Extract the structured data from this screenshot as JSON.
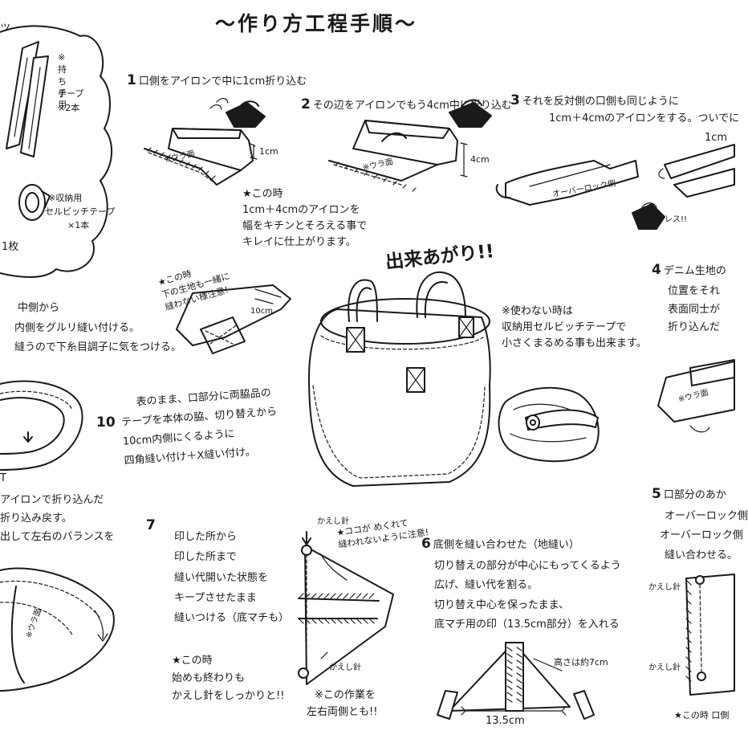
{
  "title": "～作り方工程手順～",
  "parts_panel": {
    "top_fragment": "ツ",
    "handle_tape_note": [
      "※持ち手用",
      "テープ",
      "×2本"
    ],
    "storage_tape_note": [
      "※収納用",
      "セルビッチテープ",
      "×1本"
    ],
    "one_sheet": "1枚"
  },
  "step1": {
    "num": "1",
    "text": "口側をアイロンで中に1cm折り込む",
    "ura": "※ウラ面",
    "dim": "1cm"
  },
  "step2": {
    "num": "2",
    "text": "その辺をアイロンでもう4cm中に折り込む",
    "ura": "※ウラ面",
    "dim": "4cm"
  },
  "step3": {
    "num": "3",
    "lines": [
      "それを反対側の口側も同じように",
      "1cm＋4cmのアイロンをする。ついでに",
      "1cm"
    ],
    "overlock": "オーバーロック側",
    "press": "プレス!!"
  },
  "note_1_2": {
    "lines": [
      "★この時",
      "1cm＋4cmのアイロンを",
      "幅をキチンとそろえる事で",
      "キレイに仕上がります。"
    ]
  },
  "finished": "出来あがり!!",
  "storage_note": {
    "lines": [
      "※使わない時は",
      "収納用セルビッチテープで",
      "小さくまるめる事も出来ます。"
    ]
  },
  "step4": {
    "num": "4",
    "lines": [
      "デニム生地の",
      "位置をそれ",
      "表面同士が",
      "折り込んだ"
    ],
    "ura": "※ウラ面"
  },
  "step_left_mid": {
    "lines": [
      "中側から",
      "内側をグルリ縫い付ける。",
      "縫うので下糸目調子に気をつける。"
    ]
  },
  "note_sew_together": {
    "lines": [
      "★この時",
      "下の生地も一緒に",
      "縫わない様注意!"
    ],
    "dim": "10cm"
  },
  "step10": {
    "num": "10",
    "lines": [
      "表のまま、口部分に両脇品の",
      "テープを本体の脇、切り替えから",
      "10cm内側にくるように",
      "四角縫い付け＋X縫い付け。"
    ]
  },
  "step_left_low": {
    "lines": [
      "アイロンで折り込んだ",
      "折り込み戻す。",
      "出して左右のバランスを"
    ],
    "fragment": "T",
    "ura": "※ウラ面"
  },
  "step7": {
    "num": "7",
    "lines": [
      "印した所から",
      "印した所まで",
      "縫い代開いた状態を",
      "キープさせたまま",
      "縫いつける（底マチも）"
    ],
    "note": [
      "★この時",
      "始めも終わりも",
      "かえし針をしっかりと!!"
    ]
  },
  "backstitch_top": "かえし針",
  "backstitch_bottom": "かえし針",
  "caution_note": [
    "★ココが めくれて",
    "縫われないように注意!"
  ],
  "both_sides_note": [
    "※この作業を",
    "左右両側とも!!"
  ],
  "step6": {
    "num": "6",
    "lines": [
      "底側を縫い合わせた（地縫い）",
      "切り替えの部分が中心にもってくるよう",
      "広げ、縫い代を割る。",
      "切り替え中心を保ったまま、",
      "底マチ用の印（13.5cm部分）を入れる"
    ],
    "height": "高さは約7cm",
    "width": "13.5cm"
  },
  "step5": {
    "num": "5",
    "lines": [
      "口部分のあか",
      "オーバーロック側",
      "オーバーロック側",
      "縫い合わせる。"
    ],
    "backstitch_a": "かえし針",
    "backstitch_b": "かえし針",
    "note": "★この時 口側"
  }
}
